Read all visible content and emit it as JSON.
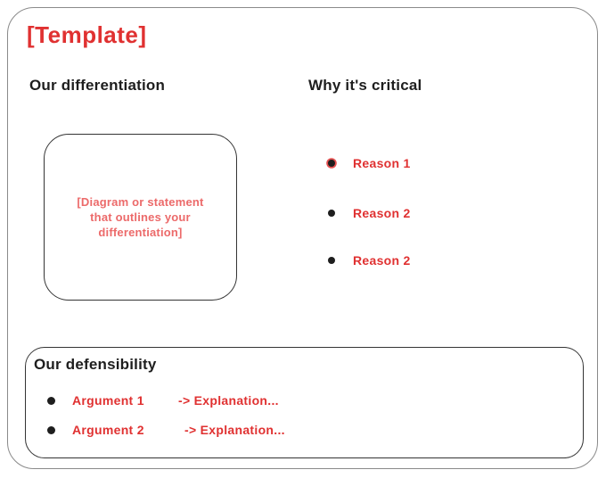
{
  "slide": {
    "title": "[Template]",
    "colors": {
      "accent_red": "#e03131",
      "placeholder_red": "#ec6a6a",
      "ink": "#1e1e1e",
      "frame_stroke": "#8a8a8a"
    }
  },
  "differentiation": {
    "heading": "Our differentiation",
    "box_lines": [
      "[Diagram or statement",
      "that outlines your",
      "differentiation]"
    ]
  },
  "critical": {
    "heading": "Why it's critical",
    "reasons": [
      {
        "label": "Reason 1"
      },
      {
        "label": "Reason 2"
      },
      {
        "label": "Reason 2"
      }
    ]
  },
  "defensibility": {
    "heading": "Our defensibility",
    "rows": [
      {
        "argument": "Argument 1",
        "explanation": "-> Explanation..."
      },
      {
        "argument": "Argument 2",
        "explanation": "-> Explanation..."
      }
    ]
  }
}
